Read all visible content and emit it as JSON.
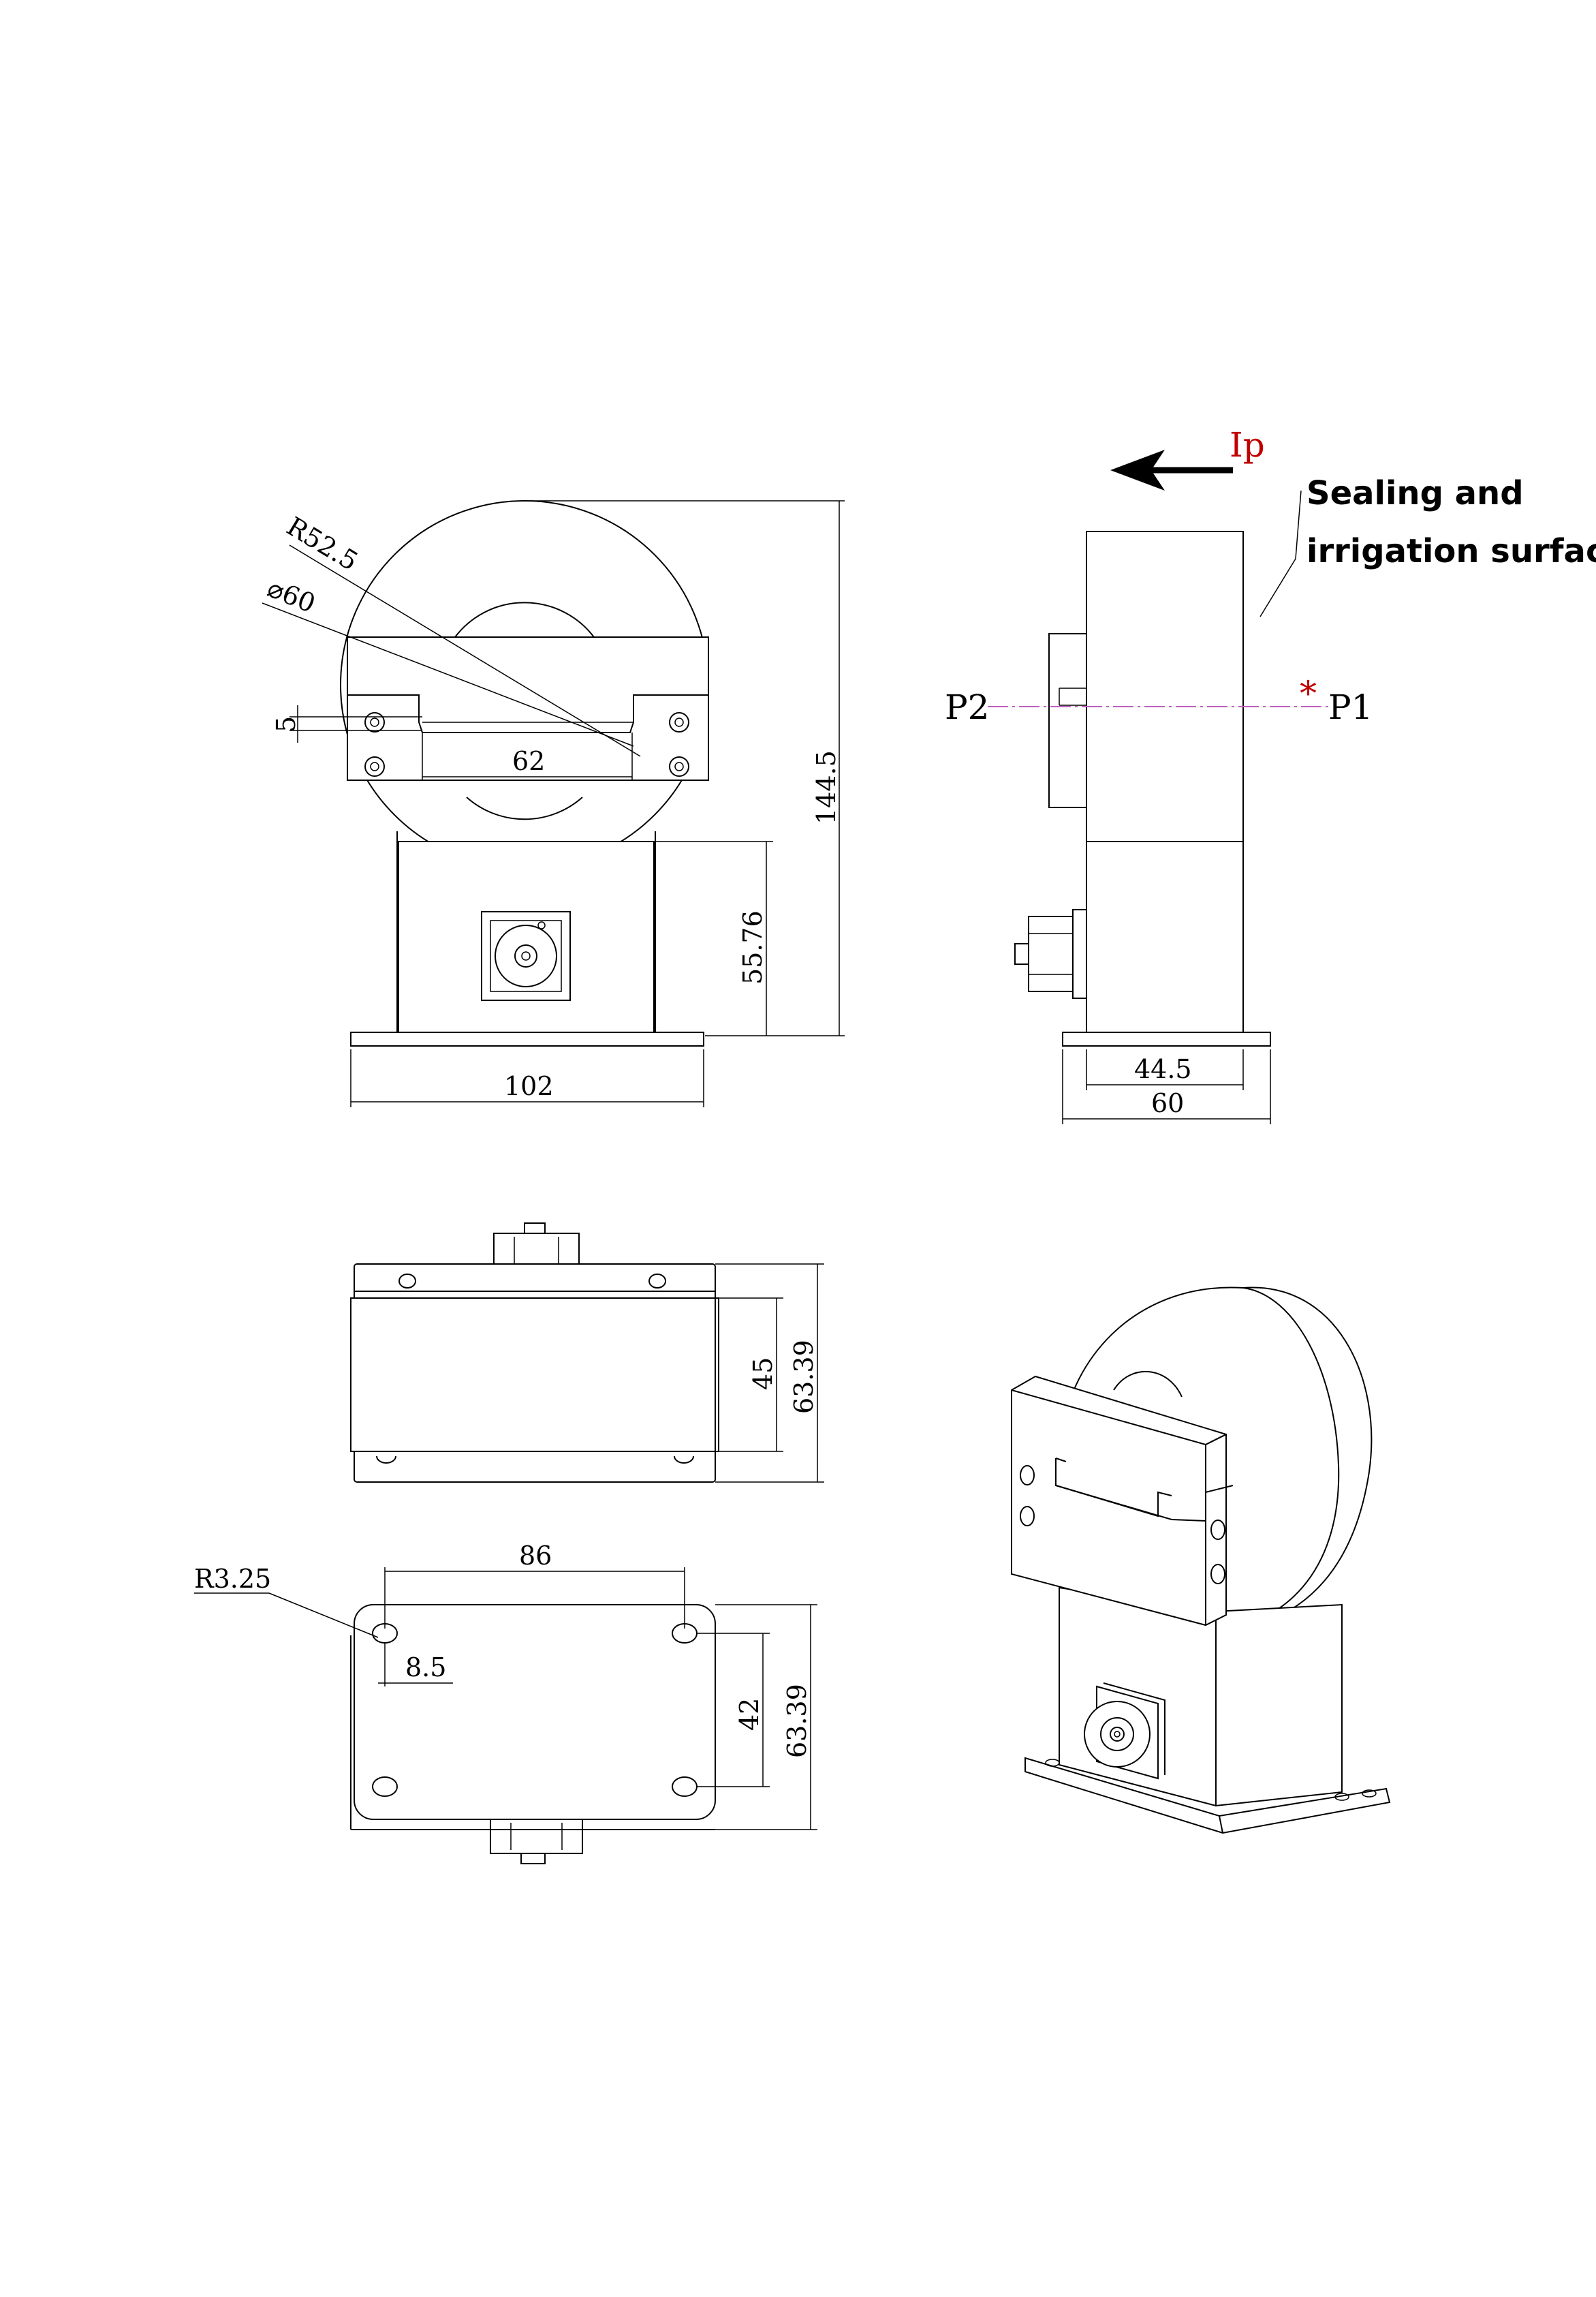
{
  "front_view": {
    "radius_label": "R52.5",
    "diameter_label": "⌀60",
    "slot_depth_label": "5",
    "slot_width_label": "62",
    "height_label": "144.5",
    "base_height_label": "55.76",
    "base_width_label": "102"
  },
  "side_view": {
    "current_label": "Ip",
    "p1_label": "P1",
    "p2_label": "P2",
    "polarity_mark": "*",
    "note_line1": "Sealing and",
    "note_line2": "irrigation surface",
    "body_width_label": "44.5",
    "base_width_label": "60",
    "current_color": "#c00000",
    "axis_color": "#c060c0"
  },
  "top_view": {
    "inner_height_label": "45",
    "outer_height_label": "63.39"
  },
  "bottom_view": {
    "hole_radius_label": "R3.25",
    "hole_spacing_label": "86",
    "hole_offset_label": "8.5",
    "hole_vertical_label": "42",
    "outer_height_label": "63.39"
  }
}
